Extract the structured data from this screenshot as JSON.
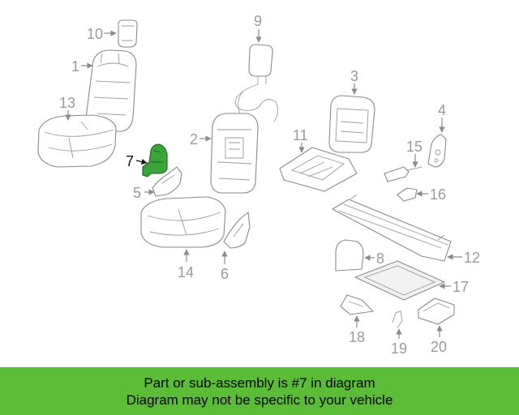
{
  "diagram": {
    "highlight_color": "#3aa63a",
    "highlighted_callout": "7",
    "callouts": [
      "1",
      "2",
      "3",
      "4",
      "5",
      "6",
      "7",
      "8",
      "9",
      "10",
      "11",
      "12",
      "13",
      "14",
      "15",
      "16",
      "17",
      "18",
      "19",
      "20"
    ]
  },
  "banner": {
    "background": "#5bbd37",
    "line1": "Part or sub-assembly is #7 in diagram",
    "line2": "Diagram may not be specific to your vehicle"
  }
}
